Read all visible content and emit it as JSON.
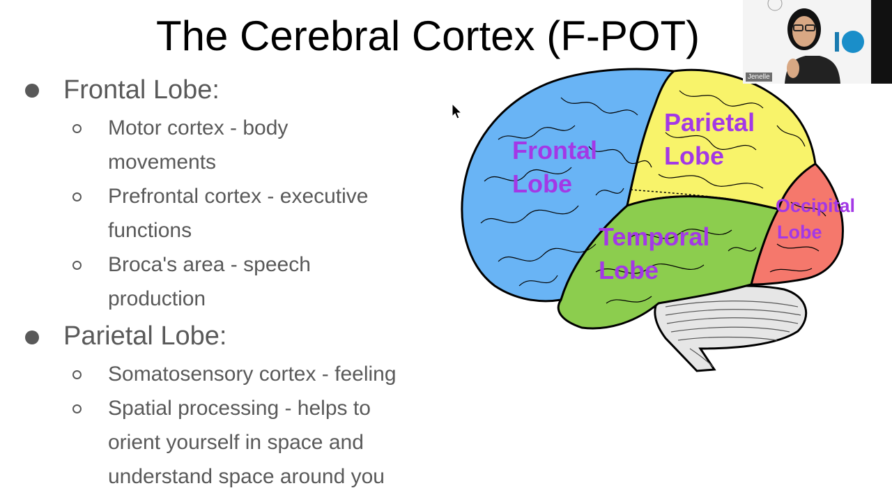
{
  "slide": {
    "title": "The Cerebral Cortex (F-POT)",
    "sections": [
      {
        "heading": "Frontal Lobe:",
        "items": [
          [
            "Motor cortex - body",
            "movements"
          ],
          [
            "Prefrontal cortex - executive",
            "functions"
          ],
          [
            "Broca's area - speech",
            "production"
          ]
        ]
      },
      {
        "heading": "Parietal Lobe:",
        "items": [
          [
            "Somatosensory cortex - feeling"
          ],
          [
            "Spatial processing - helps to",
            "orient yourself in space and",
            "understand space around you"
          ]
        ]
      }
    ],
    "diagram": {
      "labels": {
        "frontal": [
          "Frontal",
          "Lobe"
        ],
        "parietal": [
          "Parietal",
          "Lobe"
        ],
        "temporal": [
          "Temporal",
          "Lobe"
        ],
        "occipital": [
          "Occipital",
          "Lobe"
        ]
      },
      "colors": {
        "frontal": "#69b4f5",
        "parietal": "#f8f36a",
        "temporal": "#8ccd4e",
        "occipital": "#f5786c",
        "cerebellum": "#e6e6e6",
        "label": "#a338e6"
      }
    }
  },
  "webcam": {
    "participant_name": "Jenelle"
  }
}
